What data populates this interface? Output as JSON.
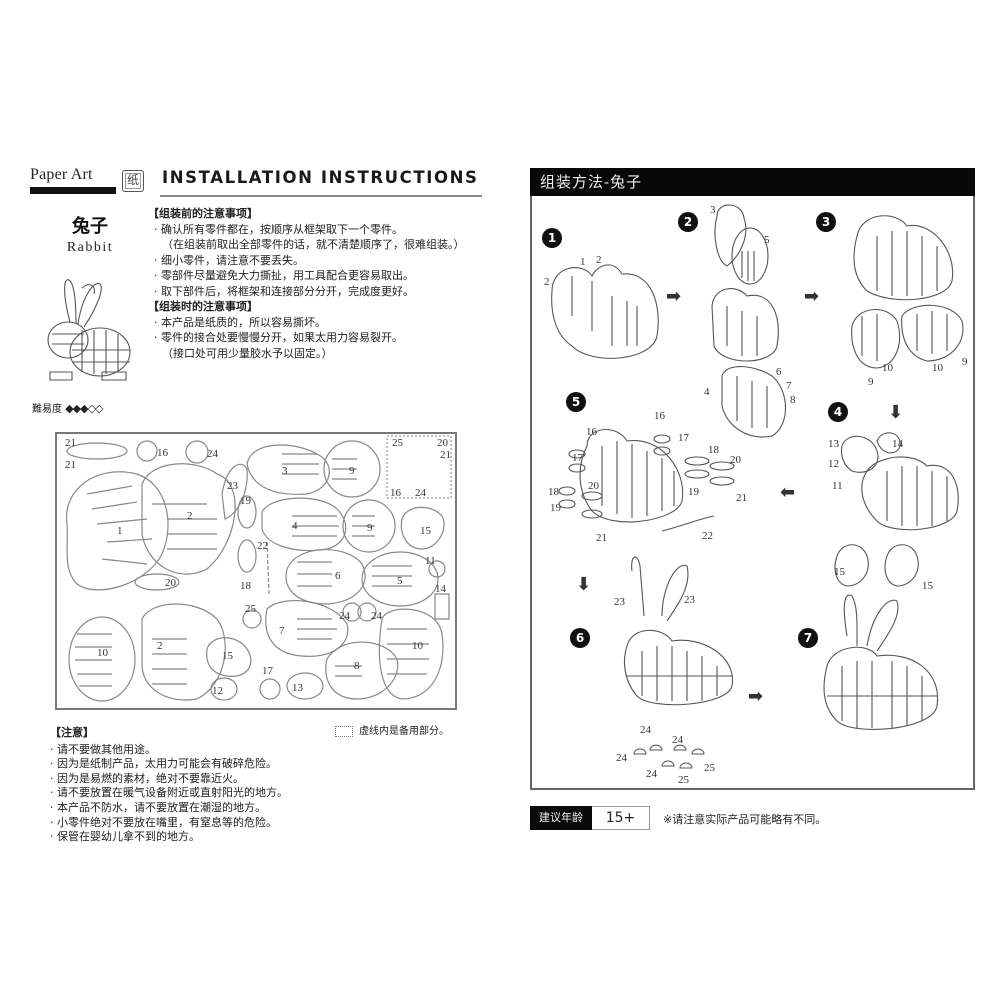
{
  "left_page": {
    "brand": {
      "text": "Paper Art",
      "seal": "纸"
    },
    "title": "INSTALLATION INSTRUCTIONS",
    "product": {
      "name_cn": "兔子",
      "name_en": "Rabbit",
      "difficulty_label": "難易度",
      "difficulty_filled": "◆◆◆",
      "difficulty_empty": "◇◇"
    },
    "before_assembly": {
      "heading": "【组装前的注意事项】",
      "items": [
        "· 确认所有零件都在，按顺序从框架取下一个零件。",
        "（在组装前取出全部零件的话，就不清楚顺序了，很难组装。）",
        "· 细小零件，请注意不要丢失。",
        "· 零部件尽量避免大力撕扯，用工具配合更容易取出。",
        "· 取下部件后，将框架和连接部分分开，完成度更好。"
      ]
    },
    "during_assembly": {
      "heading": "【组装时的注意事项】",
      "items": [
        "· 本产品是纸质的，所以容易撕坏。",
        "· 零件的接合处要慢慢分开，如果太用力容易裂开。",
        "（接口处可用少量胶水予以固定。）"
      ]
    },
    "parts_sheet": {
      "part_labels": [
        "1",
        "2",
        "2",
        "3",
        "4",
        "5",
        "6",
        "7",
        "8",
        "9",
        "9",
        "10",
        "10",
        "11",
        "12",
        "13",
        "14",
        "15",
        "15",
        "16",
        "16",
        "17",
        "18",
        "19",
        "20",
        "20",
        "21",
        "21",
        "21",
        "22",
        "23",
        "23",
        "24",
        "24",
        "24",
        "24",
        "25",
        "25"
      ],
      "spare_note": "虚线内是备用部分。"
    },
    "caution": {
      "heading": "【注意】",
      "items": [
        "· 请不要做其他用途。",
        "· 因为是纸制产品，太用力可能会有破碎危险。",
        "· 因为是易燃的素材，绝对不要靠近火。",
        "· 请不要放置在暖气设备附近或直射阳光的地方。",
        "· 本产品不防水，请不要放置在潮湿的地方。",
        "· 小零件绝对不要放在嘴里，有窒息等的危险。",
        "· 保管在婴幼儿拿不到的地方。"
      ]
    }
  },
  "right_page": {
    "header": "组装方法-兔子",
    "steps": [
      {
        "num": "1",
        "parts": [
          "2",
          "1",
          "2"
        ]
      },
      {
        "num": "2",
        "parts": [
          "3",
          "5",
          "4",
          "6",
          "7",
          "8"
        ]
      },
      {
        "num": "3",
        "parts": [
          "9",
          "10",
          "10",
          "9"
        ]
      },
      {
        "num": "4",
        "parts": [
          "13",
          "14",
          "12",
          "11",
          "15",
          "15"
        ]
      },
      {
        "num": "5",
        "parts": [
          "16",
          "17",
          "16",
          "17",
          "18",
          "19",
          "20",
          "21",
          "18",
          "19",
          "20",
          "21",
          "22"
        ]
      },
      {
        "num": "6",
        "parts": [
          "23",
          "23",
          "24",
          "24",
          "24",
          "24",
          "25",
          "25"
        ]
      },
      {
        "num": "7",
        "parts": []
      }
    ],
    "arrows": {
      "right": "➡",
      "down": "⬇",
      "left": "⬅"
    },
    "age": {
      "label": "建议年龄",
      "value": "15+"
    },
    "disclaimer": "※请注意实际产品可能略有不同。"
  }
}
